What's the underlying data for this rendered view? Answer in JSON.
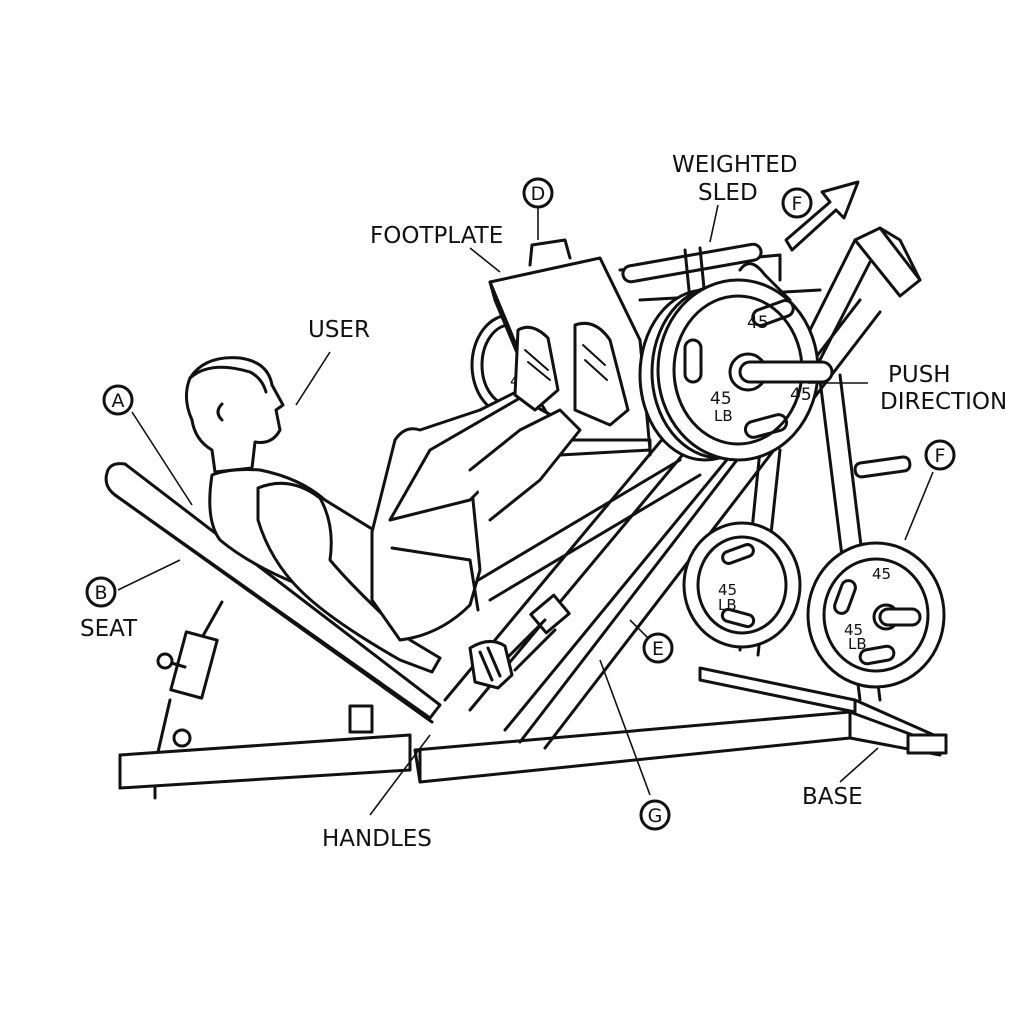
{
  "labels": {
    "footplate": "FOOTPLATE",
    "weighted_sled_line1": "WEIGHTED",
    "weighted_sled_line2": "SLED",
    "user": "USER",
    "push_direction_line1": "PUSH",
    "push_direction_line2": "DIRECTION",
    "seat": "SEAT",
    "handles": "HANDLES",
    "base": "BASE"
  },
  "markers": {
    "a": "A",
    "b": "B",
    "d": "D",
    "e": "E",
    "f_top": "F",
    "f_right": "F",
    "g": "G"
  },
  "plates": {
    "main_top": "45",
    "main_lower_left": "45",
    "main_lower_left_unit": "LB",
    "main_right": "45",
    "back_left": "45",
    "rack_upper_top": "45",
    "rack_upper_unit": "LB",
    "rack_lower_top": "45",
    "rack_lower_mid": "45",
    "rack_lower_unit": "LB"
  }
}
